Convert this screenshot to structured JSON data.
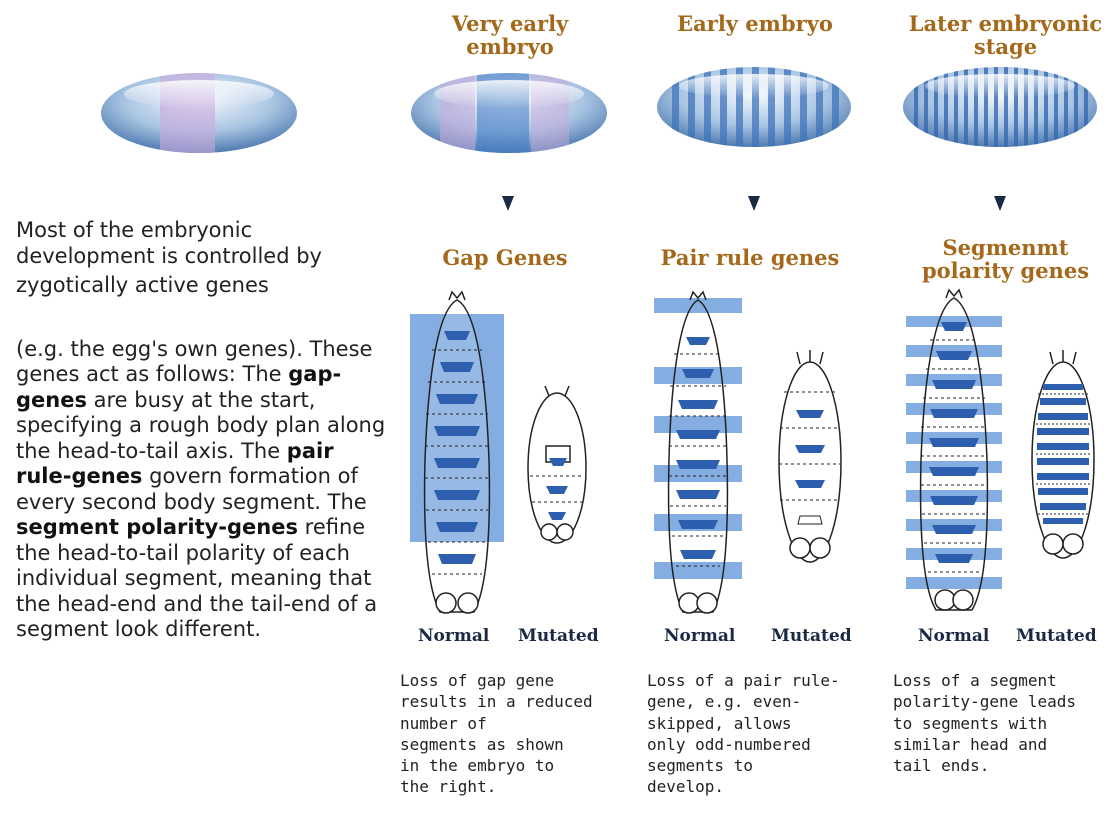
{
  "stages": [
    {
      "title_line1": "Very early",
      "title_line2": "embryo"
    },
    {
      "title_line1": "Early embryo",
      "title_line2": ""
    },
    {
      "title_line1": "Later embryonic",
      "title_line2": "stage"
    }
  ],
  "gene_groups": [
    {
      "title_line1": "Gap Genes",
      "title_line2": ""
    },
    {
      "title_line1": "Pair rule genes",
      "title_line2": ""
    },
    {
      "title_line1": "Segmenmt",
      "title_line2": "polarity genes"
    }
  ],
  "intro": {
    "p1_line1": "Most of the embryonic",
    "p1_line2": "development is controlled by",
    "p1_line3": "zygotically active genes",
    "p2_a": "(e.g. the egg's own genes). These genes act as follows: The ",
    "p2_gap": "gap-genes",
    "p2_b": " are busy at the start, specifying a rough body plan along the head-to-tail axis. The ",
    "p2_pair": "pair rule-genes",
    "p2_c": " govern formation of every second body segment. The ",
    "p2_seg": "segment polarity-genes",
    "p2_d": " refine the head-to-tail polarity of each individual segment, meaning that the head-end and the tail-end of a segment look different."
  },
  "labels": {
    "normal": "Normal",
    "mutated": "Mutated"
  },
  "captions": [
    {
      "lines": [
        "Loss of gap gene",
        "results in a reduced",
        "number of",
        "segments as shown",
        "in the embryo to",
        "the right."
      ]
    },
    {
      "lines": [
        "Loss of a pair rule-",
        "gene, e.g. even-",
        "skipped, allows",
        "only odd-numbered",
        "segments to",
        "develop."
      ]
    },
    {
      "lines": [
        "Loss of a segment",
        "polarity-gene leads",
        "to segments with",
        "similar head and",
        "tail ends."
      ]
    }
  ],
  "colors": {
    "title": "#a4681a",
    "band": "#3a6fc0",
    "highlight": "#6f9fdc",
    "arrow": "#1a2a44"
  }
}
